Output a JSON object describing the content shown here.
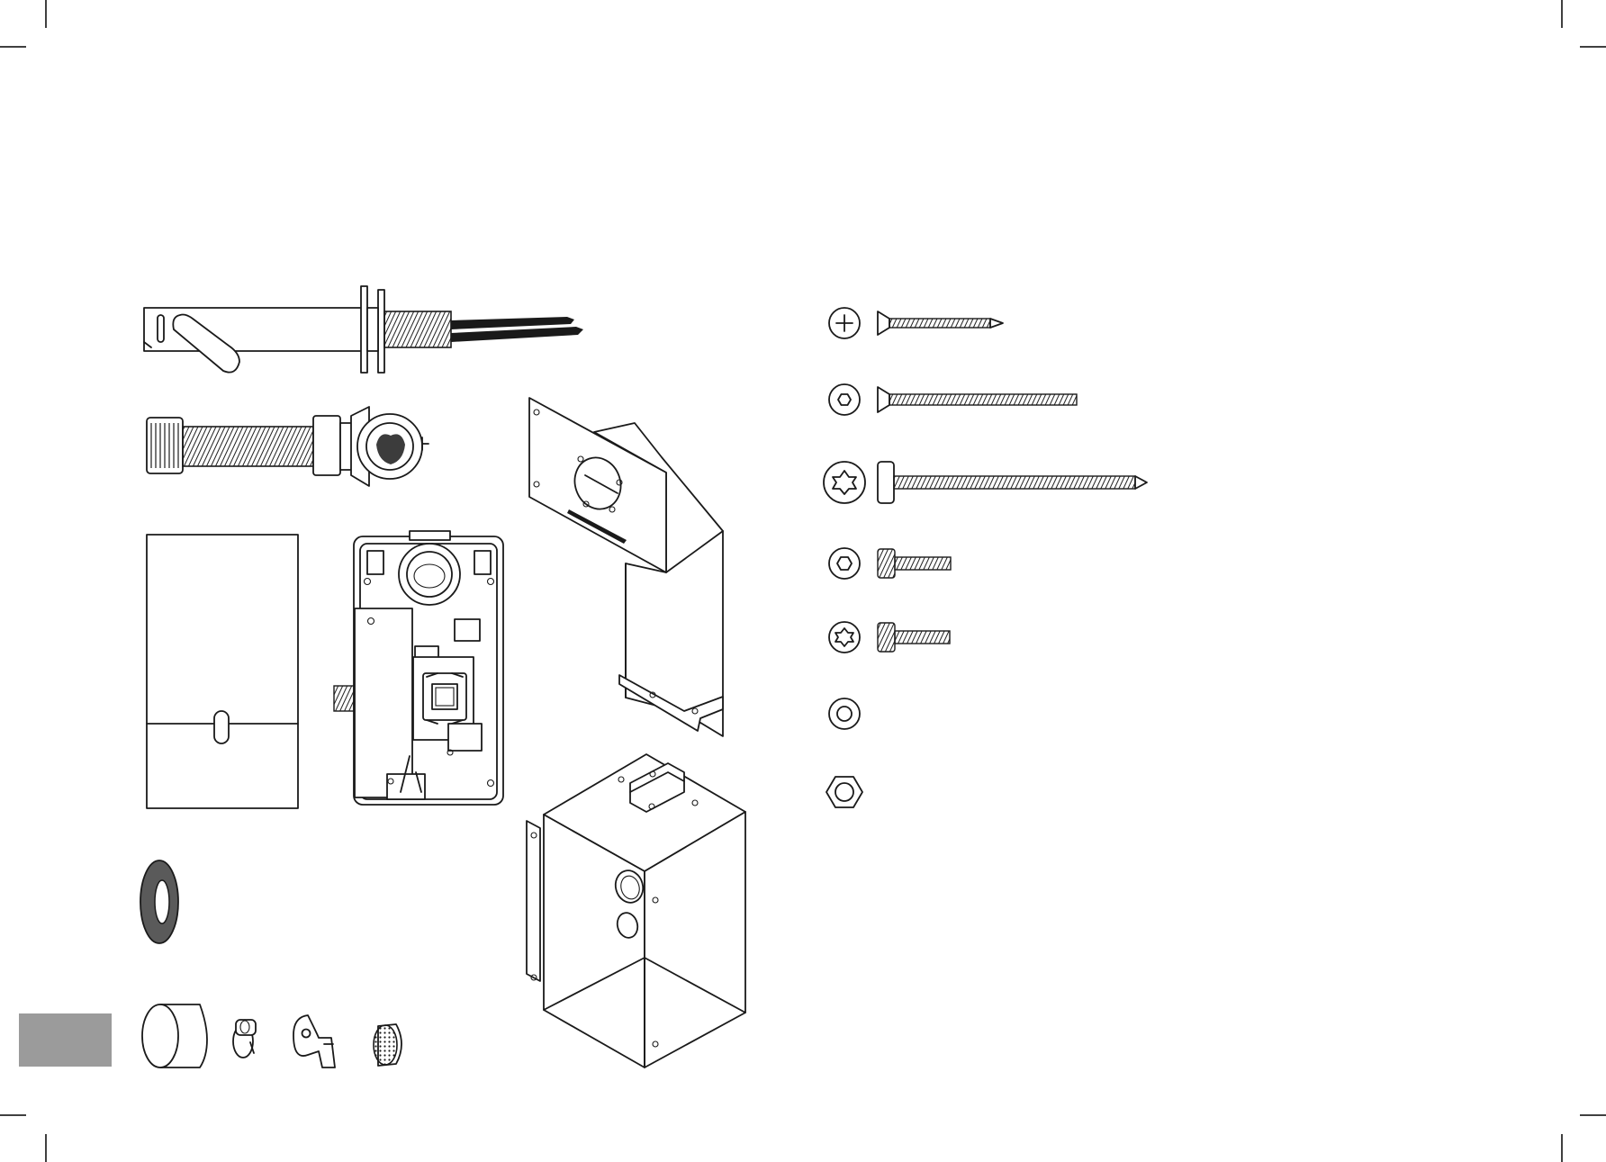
{
  "page": {
    "background": "#ffffff",
    "tab_color": "#9b9b9b",
    "line_color": "#1a1a1a"
  },
  "parts_left": [
    {
      "icon": "basin-spout-icon"
    },
    {
      "icon": "flexible-hose-icon"
    },
    {
      "icon": "mounting-plate-icon"
    },
    {
      "icon": "wall-template-icon"
    },
    {
      "icon": "control-unit-icon"
    },
    {
      "icon": "housing-box-icon"
    },
    {
      "icon": "gasket-ring-icon"
    },
    {
      "icon": "sleeve-icon"
    },
    {
      "icon": "hose-clamp-icon"
    },
    {
      "icon": "key-tool-icon"
    },
    {
      "icon": "aerator-icon"
    }
  ],
  "fasteners": [
    {
      "head": "phillips",
      "icon": "phillips-countersunk-screw-icon"
    },
    {
      "head": "hex-socket",
      "icon": "hex-countersunk-machine-screw-icon"
    },
    {
      "head": "torx",
      "icon": "torx-wood-screw-icon"
    },
    {
      "head": "hex-socket",
      "icon": "hex-socket-cap-screw-icon"
    },
    {
      "head": "torx",
      "icon": "torx-cap-screw-icon"
    },
    {
      "head": "washer",
      "icon": "washer-icon"
    },
    {
      "head": "nut",
      "icon": "hex-nut-icon"
    }
  ]
}
